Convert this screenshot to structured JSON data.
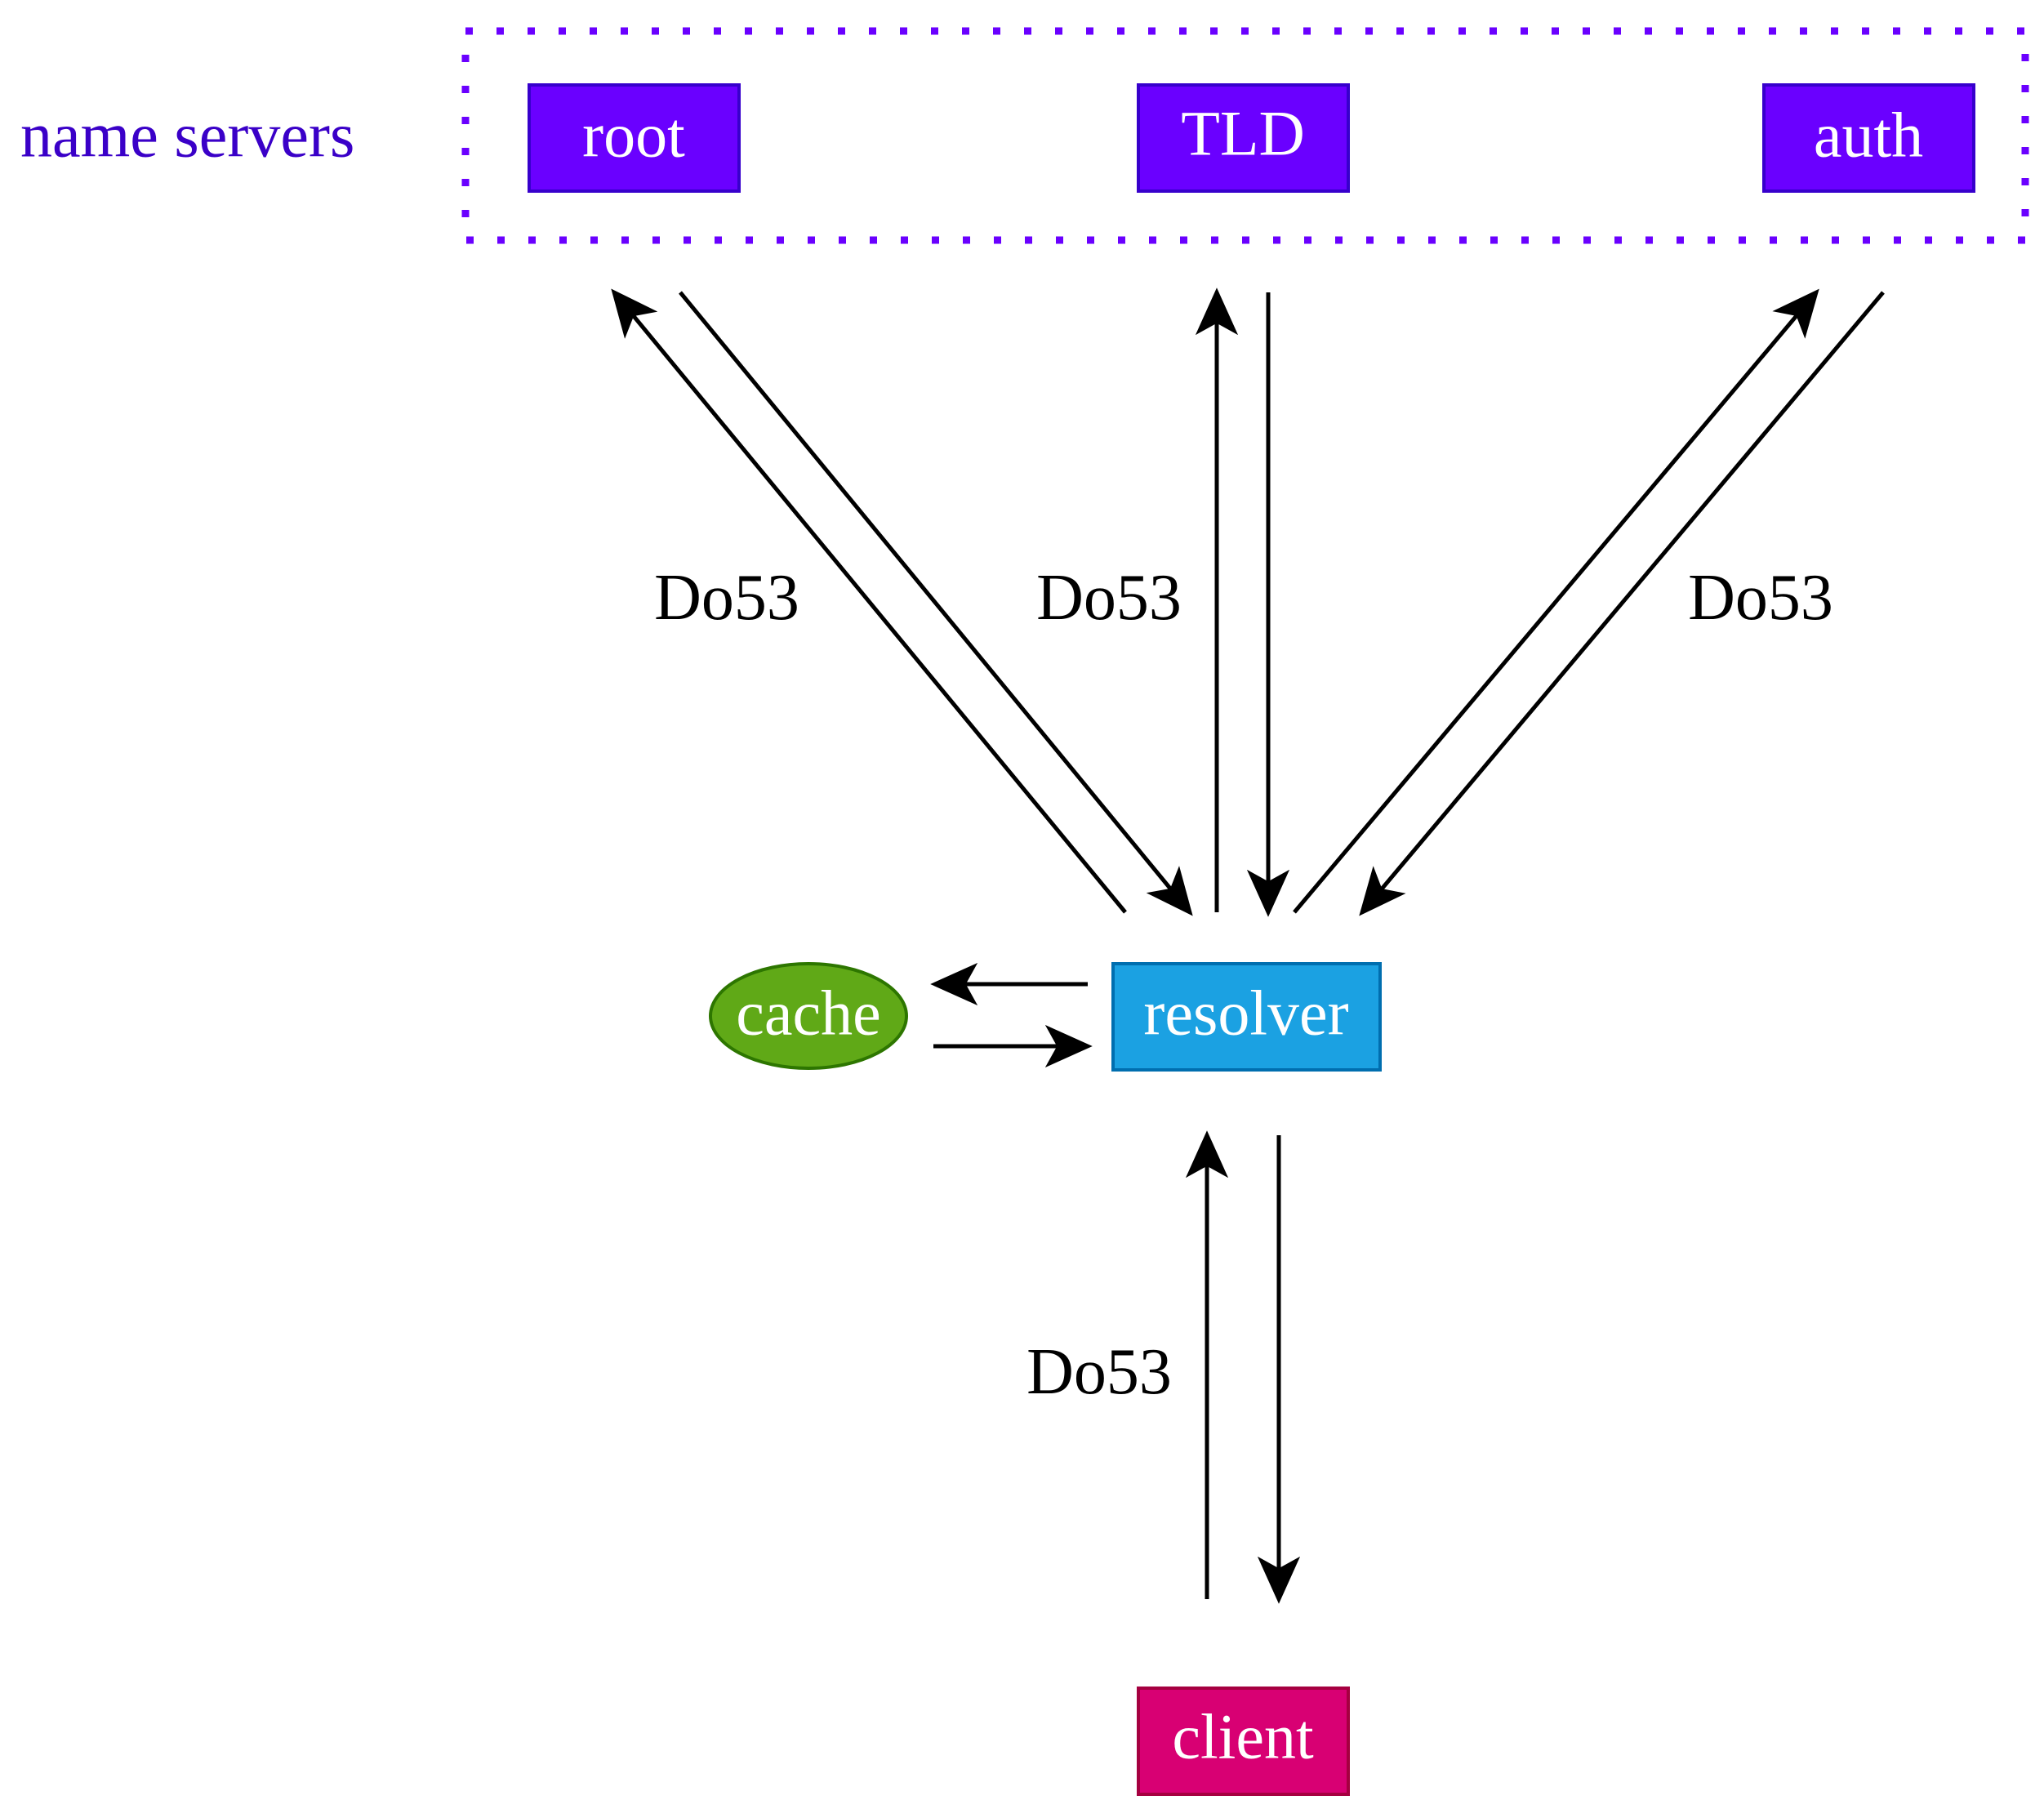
{
  "group": {
    "label": "name servers",
    "color": "#6a00ff"
  },
  "nodes": {
    "root": {
      "label": "root",
      "color": "#6a00ff"
    },
    "tld": {
      "label": "TLD",
      "color": "#6a00ff"
    },
    "auth": {
      "label": "auth",
      "color": "#6a00ff"
    },
    "resolver": {
      "label": "resolver",
      "color": "#1ba1e2"
    },
    "cache": {
      "label": "cache",
      "color": "#60a917"
    },
    "client": {
      "label": "client",
      "color": "#d80073"
    }
  },
  "edges": {
    "root_resolver": {
      "label": "Do53"
    },
    "tld_resolver": {
      "label": "Do53"
    },
    "auth_resolver": {
      "label": "Do53"
    },
    "resolver_client": {
      "label": "Do53"
    }
  }
}
